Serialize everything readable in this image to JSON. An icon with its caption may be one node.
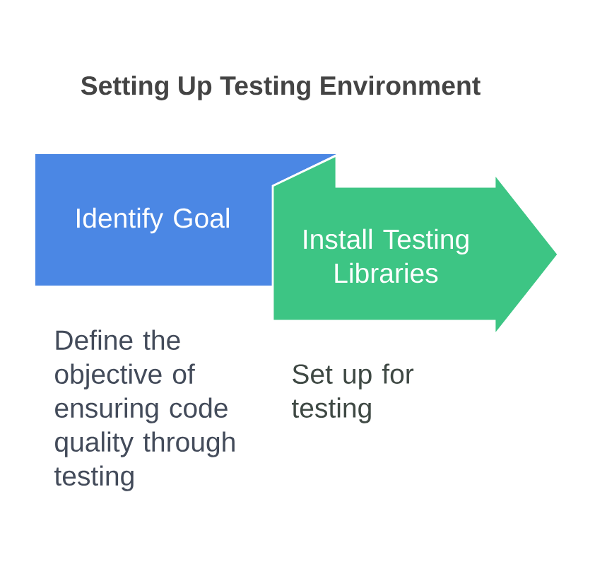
{
  "diagram": {
    "title": "Setting Up Testing Environment",
    "nodes": [
      {
        "text": [
          "Identify Goal"
        ],
        "beside": [
          "Define the objective of ensuring code quality through testing"
        ]
      },
      {
        "text": [
          "Install Testing Libraries"
        ],
        "beside": [
          "Set up for testing"
        ]
      }
    ]
  }
}
